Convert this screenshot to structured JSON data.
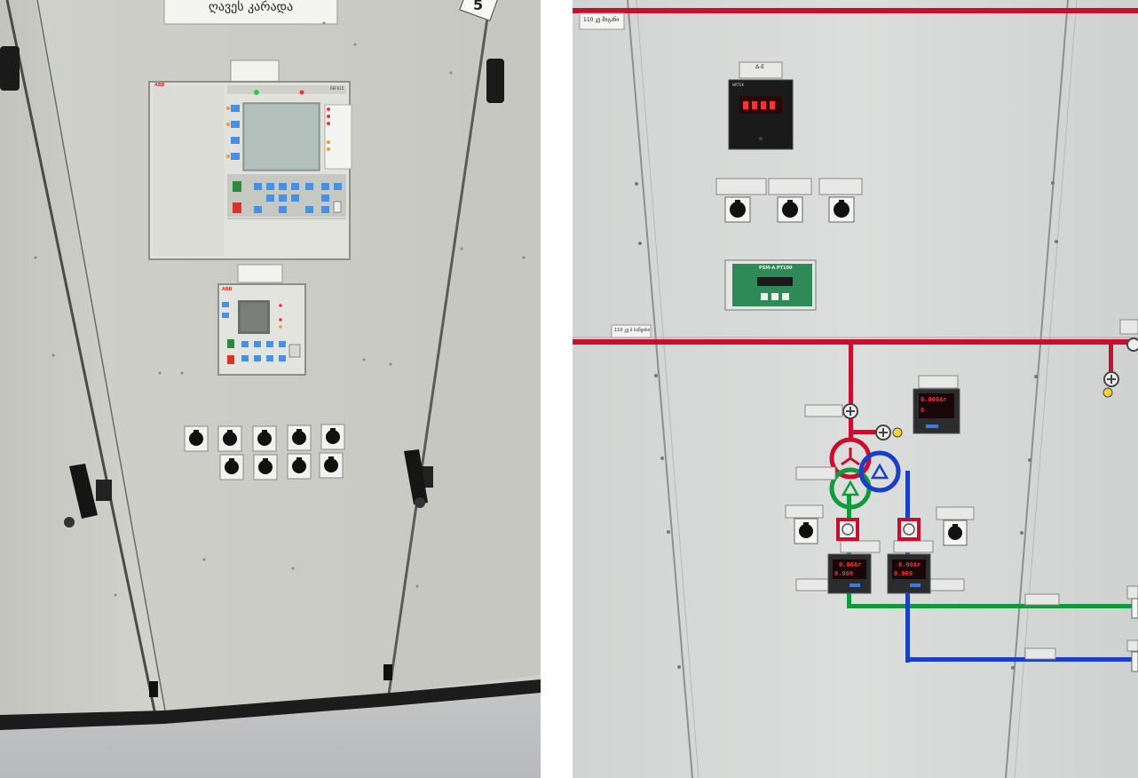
{
  "left_photo": {
    "top_sign": "ღავეს კარადა",
    "corner_label": "5",
    "relay_brand": "ABB",
    "relay_model": "REF615",
    "small_relay_brand": "ABB",
    "selector_switch_count": 9
  },
  "right_photo": {
    "label_top_left": "110 კვ შიგანი",
    "label_mid_left": "110 კვ ბ საწყისი",
    "meter_plate": "Δ-E",
    "meter_brand": "NRTEK",
    "switch_plates": [
      "",
      "",
      ""
    ],
    "controller_label": "PSM-A PT100",
    "multimeter_1_display": [
      "0.000Ar",
      "0"
    ],
    "multimeter_2_display": [
      "0.00Ar",
      "0.000"
    ],
    "multimeter_3_display": [
      "0.00Ar",
      "0.000"
    ],
    "line_colors": {
      "red": "#c8102e",
      "green": "#119a3a",
      "blue": "#1a3ec8"
    }
  }
}
